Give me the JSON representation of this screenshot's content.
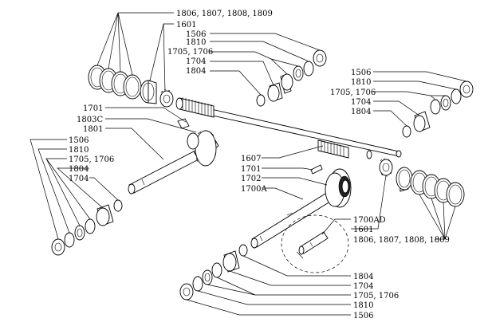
{
  "labels": {
    "tl_1806": "1806, 1807, 1808, 1809",
    "tl_1601": "1601",
    "tl_1506": "1506",
    "tl_1810": "1810",
    "tl_1705": "1705, 1706",
    "tl_1704": "1704",
    "tl_1804": "1804",
    "r_1506": "1506",
    "r_1810": "1810",
    "r_1705": "1705, 1706",
    "r_1704": "1704",
    "r_1804": "1804",
    "l_1701": "1701",
    "l_1803c": "1803C",
    "l_1801": "1801",
    "l_1506": "1506",
    "l_1810": "1810",
    "l_1705": "1705, 1706",
    "l_1804": "1804",
    "l_1704": "1704",
    "c_1607": "1607",
    "c_1701": "1701",
    "c_1702": "1702",
    "c_1700a": "1700A",
    "c_1700ad": "1700AD",
    "c_1601": "1601",
    "c_1806": "1806, 1807, 1808, 1809",
    "b_1804": "1804",
    "b_1704": "1704",
    "b_1705": "1705, 1706",
    "b_1810": "1810",
    "b_1506": "1506"
  }
}
